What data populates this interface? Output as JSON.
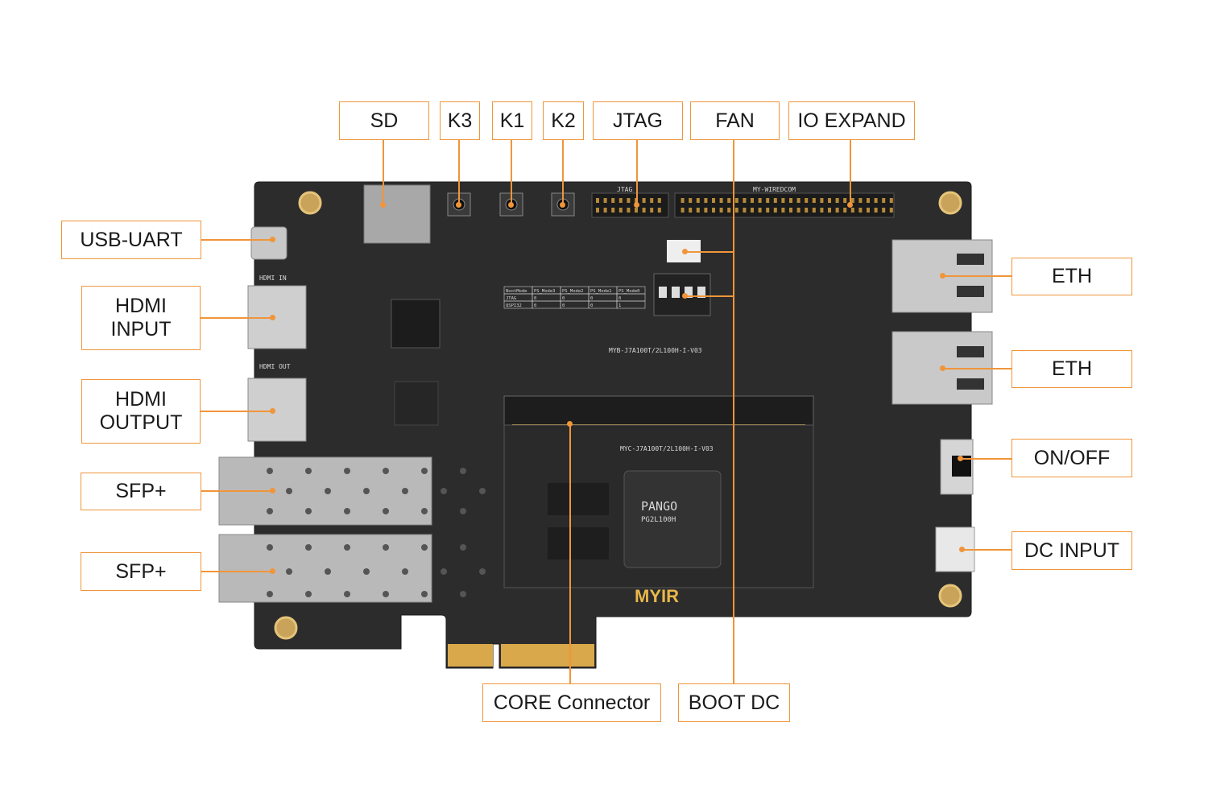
{
  "callouts": {
    "sd": "SD",
    "k3": "K3",
    "k1": "K1",
    "k2": "K2",
    "jtag": "JTAG",
    "fan": "FAN",
    "io_expand": "IO EXPAND",
    "usb_uart": "USB-UART",
    "hdmi_input": [
      "HDMI",
      "INPUT"
    ],
    "hdmi_output": [
      "HDMI",
      "OUTPUT"
    ],
    "sfp1": "SFP+",
    "sfp2": "SFP+",
    "eth1": "ETH",
    "eth2": "ETH",
    "on_off": "ON/OFF",
    "dc_input": "DC INPUT",
    "core_connector": "CORE Connector",
    "boot_dc": "BOOT DC"
  },
  "board": {
    "model": "MYB-J7A100T/2L100H-I-V03",
    "core_model": "MYC-J7A100T/2L100H-I-V03",
    "chip_brand": "PANGO",
    "chip_part": "PG2L100H",
    "logo": "MYIR",
    "hdmi_in_silk": "HDMI IN",
    "hdmi_out_silk": "HDMI OUT",
    "jtag_silk": "JTAG",
    "io_silk": "MY-WIREDCOM",
    "boot_table": {
      "headers": [
        "BootMode",
        "PS_Mode3",
        "PS_Mode2",
        "PS_Mode1",
        "PS_Mode0"
      ],
      "rows": [
        [
          "JTAG",
          "0",
          "0",
          "0",
          "0"
        ],
        [
          "QSPI32",
          "0",
          "0",
          "0",
          "1"
        ]
      ]
    }
  },
  "colors": {
    "accent": "#f0953a",
    "pcb": "#2b2b2b",
    "gold": "#e8b84a"
  }
}
